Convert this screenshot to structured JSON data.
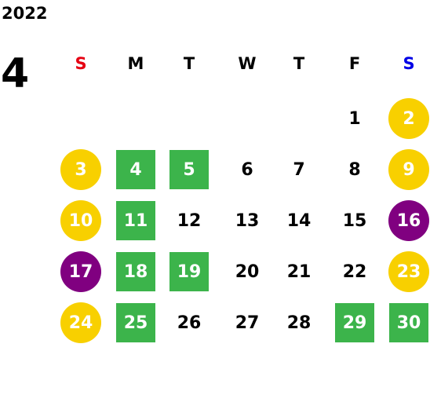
{
  "calendar": {
    "year": "2022",
    "month": "4",
    "weekday_labels": [
      "S",
      "M",
      "T",
      "W",
      "T",
      "F",
      "S"
    ],
    "colors": {
      "sunday_label": "#e60012",
      "saturday_label": "#0000e6",
      "weekend_holiday_circle": "#f8d000",
      "special_circle": "#800080",
      "highlight_square": "#3cb44b",
      "plain_text": "#000000"
    },
    "weeks": [
      [
        null,
        null,
        null,
        null,
        null,
        {
          "day": "1",
          "style": "plain"
        },
        {
          "day": "2",
          "style": "circle-yellow"
        }
      ],
      [
        {
          "day": "3",
          "style": "circle-yellow"
        },
        {
          "day": "4",
          "style": "square-green"
        },
        {
          "day": "5",
          "style": "square-green"
        },
        {
          "day": "6",
          "style": "plain"
        },
        {
          "day": "7",
          "style": "plain"
        },
        {
          "day": "8",
          "style": "plain"
        },
        {
          "day": "9",
          "style": "circle-yellow"
        }
      ],
      [
        {
          "day": "10",
          "style": "circle-yellow"
        },
        {
          "day": "11",
          "style": "square-green"
        },
        {
          "day": "12",
          "style": "plain"
        },
        {
          "day": "13",
          "style": "plain"
        },
        {
          "day": "14",
          "style": "plain"
        },
        {
          "day": "15",
          "style": "plain"
        },
        {
          "day": "16",
          "style": "circle-purple"
        }
      ],
      [
        {
          "day": "17",
          "style": "circle-purple"
        },
        {
          "day": "18",
          "style": "square-green"
        },
        {
          "day": "19",
          "style": "square-green"
        },
        {
          "day": "20",
          "style": "plain"
        },
        {
          "day": "21",
          "style": "plain"
        },
        {
          "day": "22",
          "style": "plain"
        },
        {
          "day": "23",
          "style": "circle-yellow"
        }
      ],
      [
        {
          "day": "24",
          "style": "circle-yellow"
        },
        {
          "day": "25",
          "style": "square-green"
        },
        {
          "day": "26",
          "style": "plain"
        },
        {
          "day": "27",
          "style": "plain"
        },
        {
          "day": "28",
          "style": "plain"
        },
        {
          "day": "29",
          "style": "square-green"
        },
        {
          "day": "30",
          "style": "square-green"
        }
      ]
    ]
  }
}
